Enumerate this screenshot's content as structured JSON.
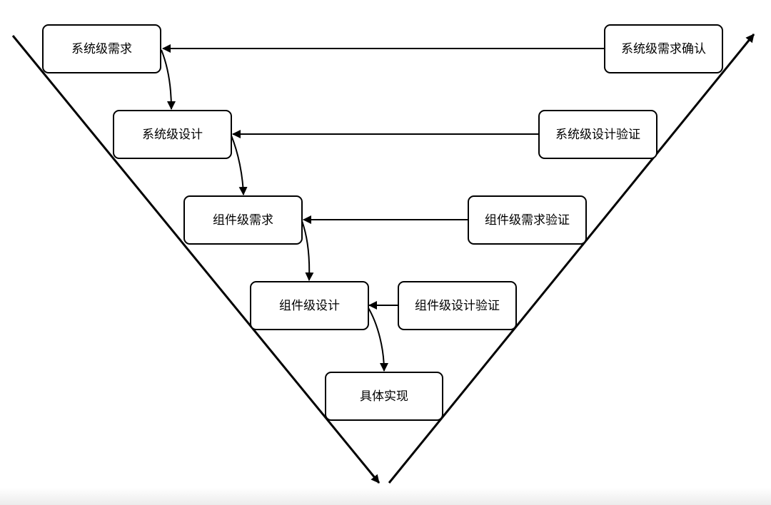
{
  "left_boxes": [
    {
      "id": "system-requirements",
      "label": "系统级需求"
    },
    {
      "id": "system-design",
      "label": "系统级设计"
    },
    {
      "id": "component-requirements",
      "label": "组件级需求"
    },
    {
      "id": "component-design",
      "label": "组件级设计"
    }
  ],
  "bottom_box": {
    "id": "implementation",
    "label": "具体实现"
  },
  "right_boxes": [
    {
      "id": "system-requirements-confirmation",
      "label": "系统级需求确认"
    },
    {
      "id": "system-design-verification",
      "label": "系统级设计验证"
    },
    {
      "id": "component-requirements-verification",
      "label": "组件级需求验证"
    },
    {
      "id": "component-design-verification",
      "label": "组件级设计验证"
    }
  ],
  "colors": {
    "line": "#000000",
    "box_fill": "#ffffff",
    "background": "#ffffff"
  }
}
